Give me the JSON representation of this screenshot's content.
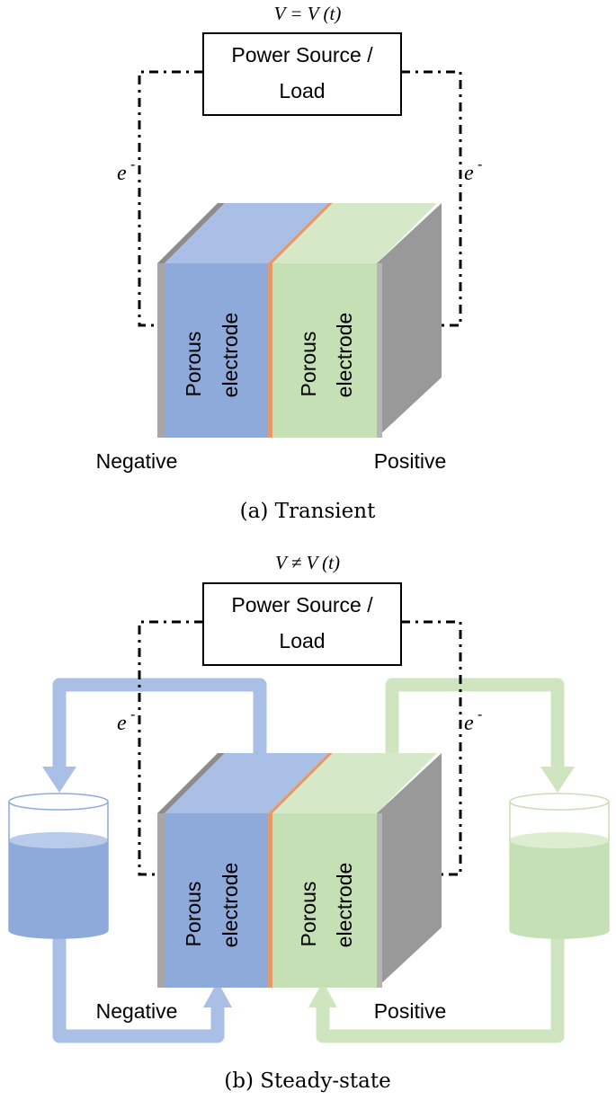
{
  "panel_a": {
    "equation": "V = V (t)",
    "source_label_line1": "Power Source /",
    "source_label_line2": "Load",
    "electron_left": "e",
    "electron_right": "e",
    "electron_sup": "-",
    "electrode_left_line1": "Porous",
    "electrode_left_line2": "electrode",
    "electrode_right_line1": "Porous",
    "electrode_right_line2": "electrode",
    "negative_label": "Negative",
    "positive_label": "Positive",
    "caption": "(a) Transient"
  },
  "panel_b": {
    "equation": "V ≠ V (t)",
    "source_label_line1": "Power Source /",
    "source_label_line2": "Load",
    "electron_left": "e",
    "electron_right": "e",
    "electron_sup": "-",
    "electrode_left_line1": "Porous",
    "electrode_left_line2": "electrode",
    "electrode_right_line1": "Porous",
    "electrode_right_line2": "electrode",
    "negative_label": "Negative",
    "positive_label": "Positive",
    "caption": "(b) Steady-state"
  },
  "colors": {
    "negative_electrode": "#8eaadb",
    "negative_electrode_top": "#a9bfe6",
    "positive_electrode": "#c5e0b4",
    "positive_electrode_top": "#d5e8c8",
    "separator": "#e39a6b",
    "current_collector": "#a6a6a6",
    "negative_flow": "#a9bfe6",
    "positive_flow": "#cfe5c0",
    "wire": "#000000"
  }
}
